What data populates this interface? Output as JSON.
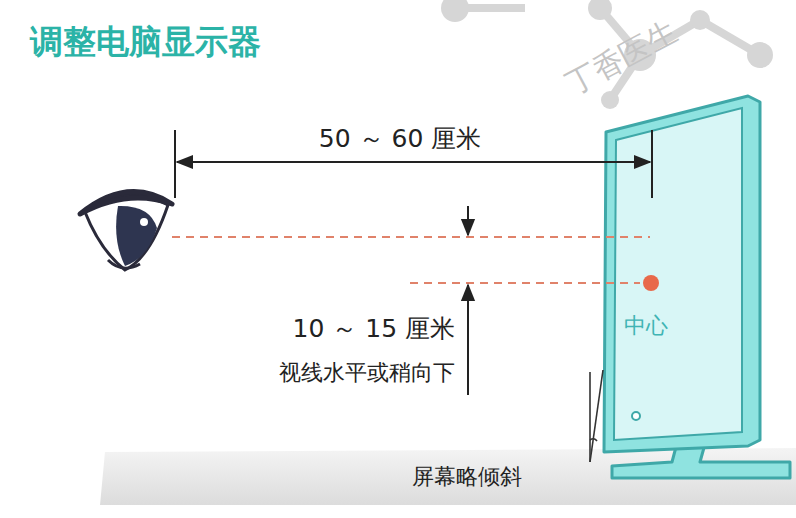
{
  "diagram": {
    "title": "调整电脑显示器",
    "labels": [
      "50 ～ 60 厘米",
      "10 ～ 15 厘米",
      "视线水平或稍向下",
      "中心",
      "屏幕略倾斜",
      "丁香医生"
    ]
  }
}
